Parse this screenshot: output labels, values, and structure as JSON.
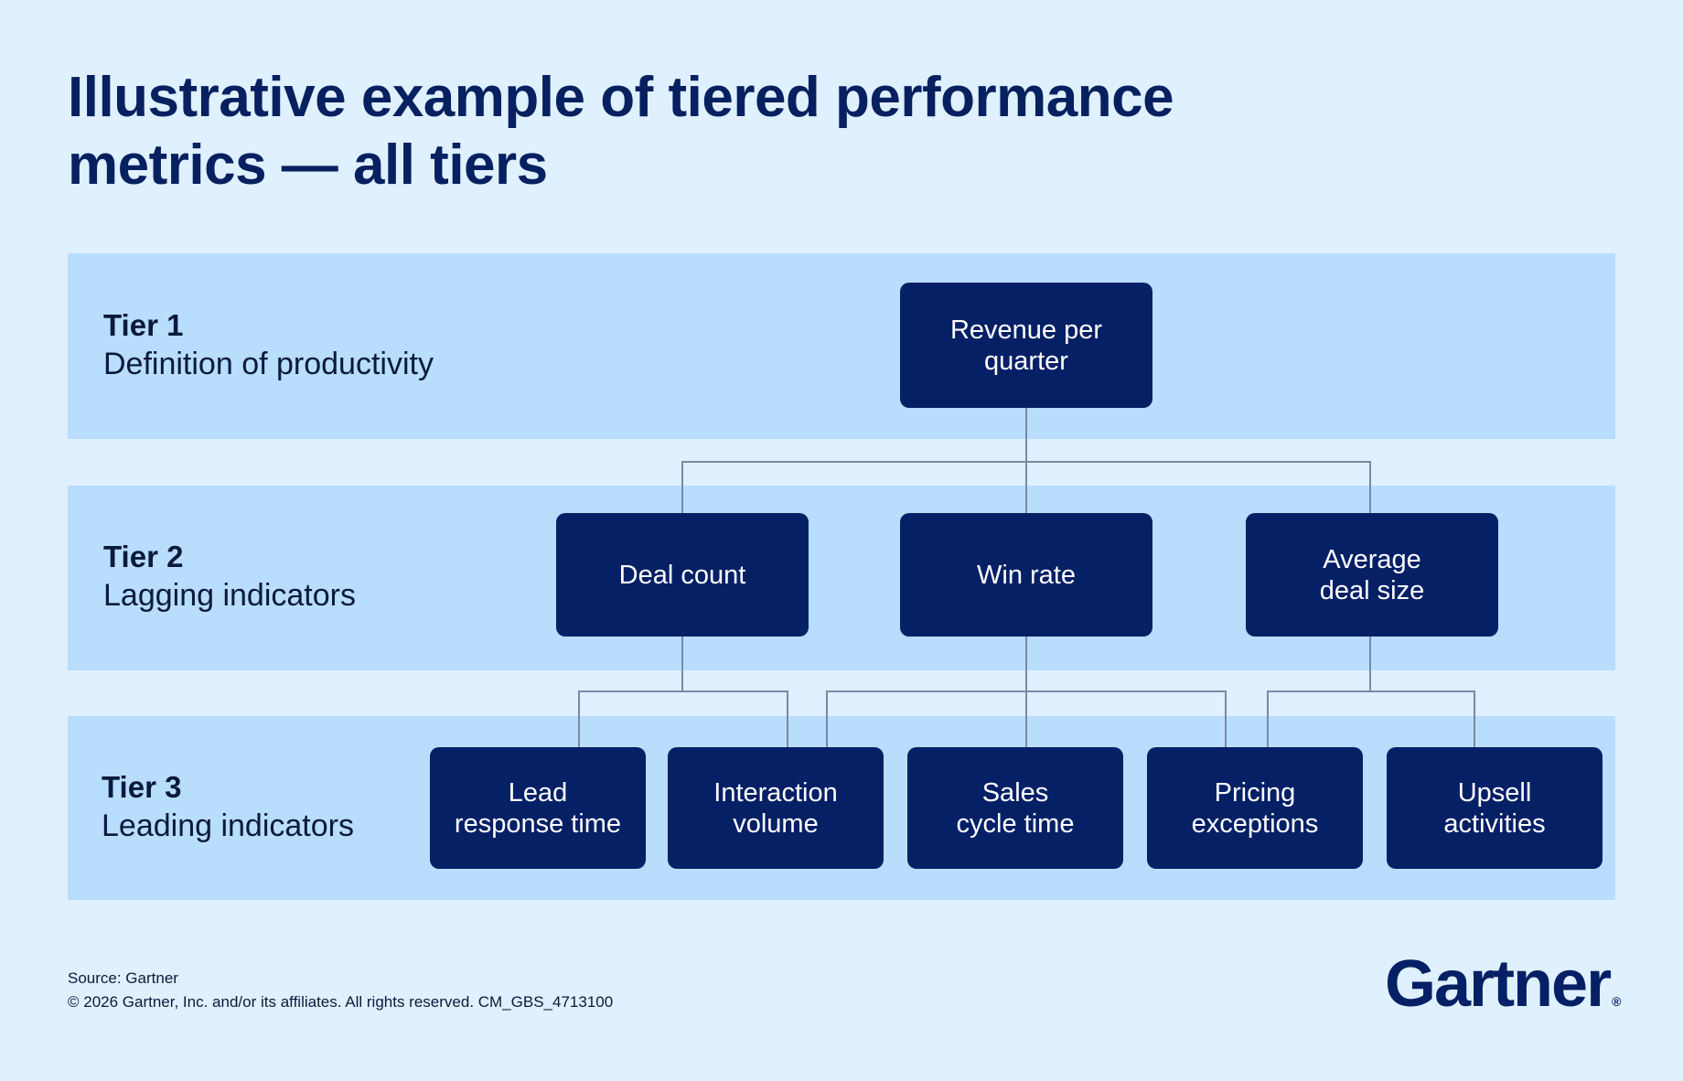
{
  "title": "Illustrative example of tiered performance metrics — all tiers",
  "tiers": [
    {
      "name": "Tier 1",
      "description": "Definition of productivity"
    },
    {
      "name": "Tier 2",
      "description": "Lagging indicators"
    },
    {
      "name": "Tier 3",
      "description": "Leading indicators"
    }
  ],
  "nodes": {
    "revenue": "Revenue per\nquarter",
    "deal_count": "Deal count",
    "win_rate": "Win rate",
    "avg_deal_size": "Average\ndeal size",
    "lead_response": "Lead\nresponse time",
    "interaction_volume": "Interaction\nvolume",
    "sales_cycle": "Sales\ncycle time",
    "pricing_exceptions": "Pricing\nexceptions",
    "upsell": "Upsell\nactivities"
  },
  "footer": {
    "source": "Source: Gartner",
    "copyright": "© 2026 Gartner, Inc. and/or its affiliates. All rights reserved. CM_GBS_4713100"
  },
  "logo": {
    "text": "Gartner",
    "mark": "®"
  },
  "colors": {
    "background": "#dff0fe",
    "band": "#b8ddfd",
    "node": "#062066",
    "connector": "#7a8aa6"
  }
}
